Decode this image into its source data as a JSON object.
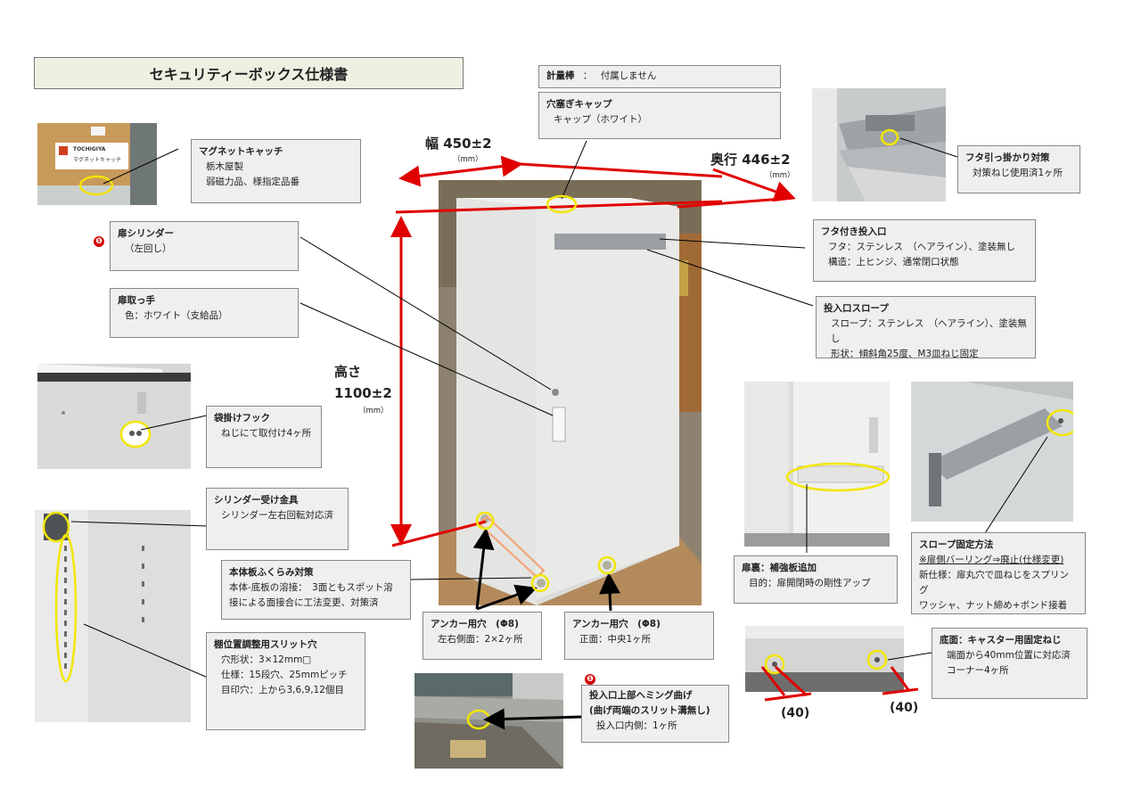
{
  "title": "セキュリティーボックス仕様書",
  "dimensions": {
    "width_label": "幅 450±2",
    "depth_label": "奥行 446±2",
    "height_label": "高さ",
    "height_value": "1100±2",
    "unit": "（mm）"
  },
  "marks": {
    "warning_glyph": "❶"
  },
  "callouts": {
    "magnet_catch": {
      "heading": "マグネットキャッチ",
      "lines": [
        "栃木屋製",
        "弱磁力品、様指定品番"
      ]
    },
    "measuring_rod": {
      "heading": "計量棒",
      "separator": "：",
      "value": "付属しません"
    },
    "hole_cap": {
      "heading": "穴塞ぎキャップ",
      "lines": [
        "キャップ（ホワイト）"
      ]
    },
    "lid_catch": {
      "heading": "フタ引っ掛かり対策",
      "lines": [
        "対策ねじ使用済1ヶ所"
      ]
    },
    "door_cylinder": {
      "heading": "扉シリンダー",
      "lines": [
        "（左回し）"
      ]
    },
    "door_handle": {
      "heading": "扉取っ手",
      "lines": [
        "色：ホワイト（支給品）"
      ]
    },
    "lidded_slot": {
      "heading": "フタ付き投入口",
      "lines": [
        "フタ：ステンレス　（ヘアライン）、塗装無し",
        "構造：上ヒンジ、通常閉口状態"
      ]
    },
    "slot_slope": {
      "heading": "投入口スロープ",
      "lines": [
        "スロープ：ステンレス　（ヘアライン）、塗装無し",
        "形状：傾斜角25度、M3皿ねじ固定"
      ]
    },
    "bag_hook": {
      "heading": "袋掛けフック",
      "lines": [
        "ねじにて取付け4ヶ所"
      ]
    },
    "cylinder_bracket": {
      "heading": "シリンダー受け金具",
      "lines": [
        "シリンダー左右回転対応済"
      ]
    },
    "bulge_measure": {
      "heading": "本体板ふくらみ対策",
      "lines": [
        "本体-底板の溶接：　3面ともスポット溶",
        "接による面接合に工法変更、対策済"
      ]
    },
    "shelf_slits": {
      "heading": "棚位置調整用スリット穴",
      "lines": [
        "穴形状：3×12mm□",
        "仕様：15段穴、25mmピッチ",
        "目印穴：上から3,6,9,12個目"
      ]
    },
    "anchor_side": {
      "heading": "アンカー用穴　(Φ8)",
      "lines": [
        "左右側面：2×2ヶ所"
      ]
    },
    "anchor_front": {
      "heading": "アンカー用穴　(Φ8)",
      "lines": [
        "正面：中央1ヶ所"
      ]
    },
    "door_back": {
      "heading": "扉裏：補強板追加",
      "lines": [
        "目的：扉開閉時の剛性アップ"
      ]
    },
    "slope_fix": {
      "heading": "スロープ固定方法",
      "lines": [
        "※扉側バーリング⇒廃止(仕様変更)",
        "新仕様：扉丸穴で皿ねじをスプリング",
        "ワッシャ、ナット締め+ボンド接着"
      ]
    },
    "caster_screw": {
      "heading": "底面：キャスター用固定ねじ",
      "lines": [
        "端面から40mm位置に対応済",
        "コーナー4ヶ所"
      ]
    },
    "hemming": {
      "heading_1": "投入口上部ヘミング曲げ",
      "heading_2": "(曲げ両端のスリット溝無し)",
      "lines": [
        "投入口内側：1ヶ所"
      ]
    }
  },
  "bottom_dims": {
    "left": "(40)",
    "right": "(40)"
  },
  "photo_labels": {
    "box_brand": "TOCHIGIYA",
    "box_model": "マグネットキャッチ"
  },
  "colors": {
    "dimension_red": "#e00000",
    "highlight_yellow": "#f2e600",
    "callout_bg": "#efefef",
    "title_bg": "#eef0e2"
  }
}
